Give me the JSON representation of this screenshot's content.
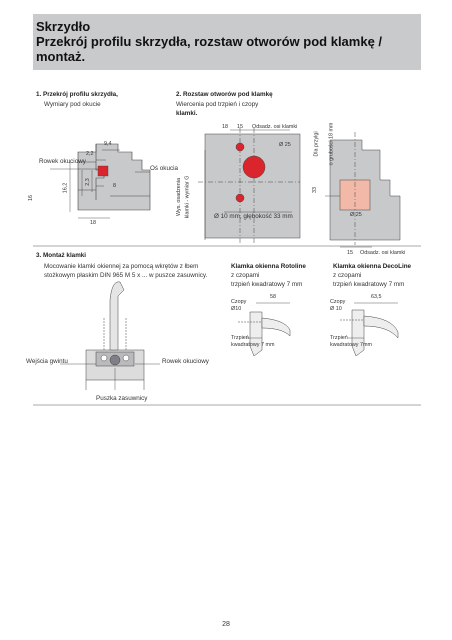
{
  "header": {
    "line1": "Skrzydło",
    "line2": "Przekrój profilu skrzydła, rozstaw otworów pod klamkę /",
    "line3": "montaż."
  },
  "section1": {
    "title": "1.  Przekrój profilu skrzydła,",
    "subtitle": "Wymiary pod okucie",
    "label_groove": "Rowek okuciowy",
    "label_axis": "Oś okucia",
    "dims": {
      "d94": "9,4",
      "d22": "2,2",
      "d23": "2,3",
      "d8": "8",
      "d162": "16,2",
      "d16": "16",
      "d18": "18"
    }
  },
  "section2": {
    "title": "2.  Rozstaw otworów pod klamkę",
    "subtitle_line1": "Wiercenia pod trzpień i czopy",
    "subtitle_line2": "klamki.",
    "dims": {
      "d18": "18",
      "d15": "15",
      "offset_label": "Odsadz. osi klamki",
      "phi25": "Ø 25",
      "height_label_1": "Wys. osadzenia",
      "height_label_2": "klamki - wymiar G",
      "drill_note": "Ø 10 mm, głębokość 33 mm",
      "d33": "33",
      "glass_note_1": "Dla przylgi",
      "glass_note_2": "o grubości 18 mm",
      "phi25b": "Ø 25",
      "d15b": "15",
      "offset_label_b": "Odsadz. osi klamki"
    }
  },
  "section3": {
    "title": "3.  Montaż klamki",
    "desc_line1": "Mocowanie klamki okiennej za pomocą wkrętów z łbem",
    "desc_line2": "stożkowym płaskim DIN 965 M 5 x ... w puszce zasuwnicy.",
    "label_threads": "Wejścia gwintu",
    "label_groove": "Rowek okuciowy",
    "label_box": "Puszka zasuwnicy",
    "rotoline": {
      "title": "Klamka okienna Rotoline",
      "line1": "z czopami",
      "line2": "trzpień kwadratowy 7 mm",
      "pins": "Czopy",
      "pins_d": "Ø10",
      "dim": "58",
      "spindle_1": "Trzpień",
      "spindle_2": "kwadratowy 7 mm"
    },
    "decoline": {
      "title": "Klamka okienna DecoLine",
      "line1": "z czopami",
      "line2": "trzpień kwadratowy 7 mm",
      "pins": "Czopy",
      "pins_d": "Ø 10",
      "dim": "63,5",
      "spindle_1": "Trzpień",
      "spindle_2": "kwadratowy 7mm"
    }
  },
  "page_number": "28",
  "colors": {
    "header_bg": "#c9cacc",
    "profile_fill": "#c8c9cb",
    "accent_red": "#d9252b",
    "salmon": "#f2b9a8"
  }
}
